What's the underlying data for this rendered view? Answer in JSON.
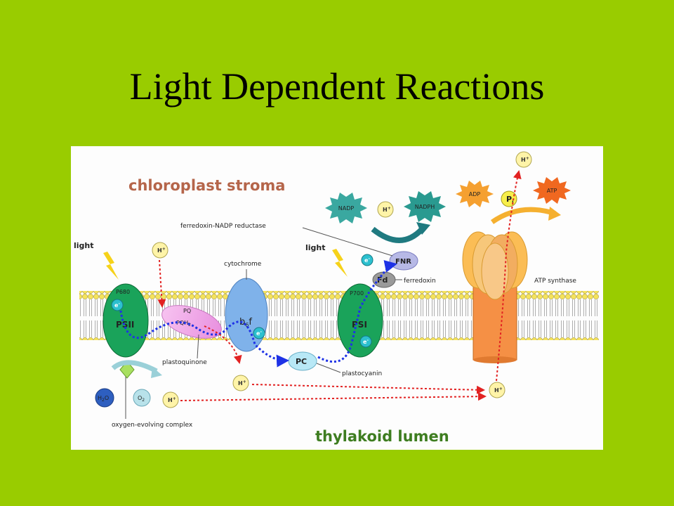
{
  "slide": {
    "title": "Light Dependent Reactions"
  },
  "colors": {
    "background": "#99cc00",
    "stroma_label": "#b5654a",
    "lumen_label": "#3e7d20",
    "photosystem": "#1aa35a",
    "cytochrome": "#7fb2ea",
    "plastoquinone": "#f2a8ea",
    "electron": "#2cc0cf",
    "proton": "#fff4a8",
    "atp_synthase": "#f59045",
    "electron_path": "#1e32e6",
    "proton_path": "#e22222"
  },
  "diagram": {
    "regions": {
      "stroma": "chloroplast stroma",
      "lumen": "thylakoid lumen"
    },
    "labels": {
      "light_1": "light",
      "light_2": "light",
      "p680": "P680",
      "psii": "PSII",
      "p700": "P700",
      "psi": "PSI",
      "cytochrome": "cytochrome",
      "b6f_b": "b",
      "b6f_sub": "6",
      "b6f_f": "f",
      "pq": "PQ",
      "pqh2": "PQH",
      "pqh2_sub": "2",
      "plastoquinone": "plastoquinone",
      "pc": "PC",
      "plastocyanin": "plastocyanin",
      "fd": "Fd",
      "ferredoxin": "ferredoxin",
      "fnr": "FNR",
      "fnr_full": "ferredoxin-NADP reductase",
      "nadp": "NADP",
      "nadph": "NADPH",
      "adp": "ADP",
      "pi": "P",
      "pi_sub": "i",
      "atp": "ATP",
      "atp_synthase": "ATP synthase",
      "h2o": "H",
      "h2o_sub": "2",
      "h2o_o": "O",
      "o2": "O",
      "o2_sub": "2",
      "oec": "oxygen-evolving complex",
      "proton": "H",
      "proton_sup": "+",
      "electron": "e",
      "electron_sup": "-"
    }
  }
}
